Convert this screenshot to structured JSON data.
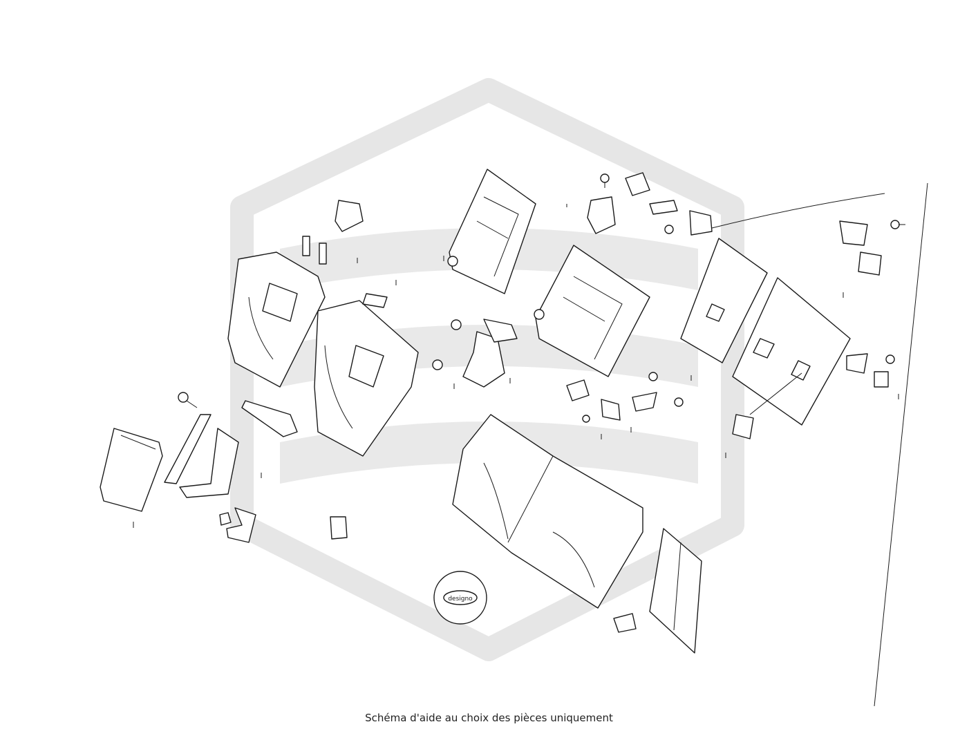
{
  "caption": "Schéma d'aide au choix des pièces uniquement",
  "badge_text": "designo",
  "watermark": {
    "color": "#e6e6e6",
    "shape": "hexagon-logo"
  },
  "line_color": "#1a1a1a"
}
